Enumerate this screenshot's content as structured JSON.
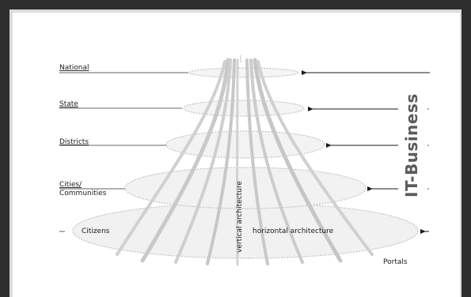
{
  "levels": [
    {
      "label": "National"
    },
    {
      "label": "State"
    },
    {
      "label": "Districts"
    },
    {
      "label_line1": "Cities/",
      "label_line2": "Communities"
    },
    {
      "label": "Citizens"
    }
  ],
  "axis_labels": {
    "vertical": "vertical architecture",
    "horizontal": "horizontal architecture",
    "portals": "Portals"
  },
  "side_title": "IT-Business",
  "colors": {
    "frame": "#2e2e2e",
    "ellipse_fill": "#f1f1f1",
    "ellipse_stroke": "#bdbdbd",
    "stream": "#c9c9c9",
    "text": "#1a1a1a",
    "side_title": "#5b5b5b"
  }
}
